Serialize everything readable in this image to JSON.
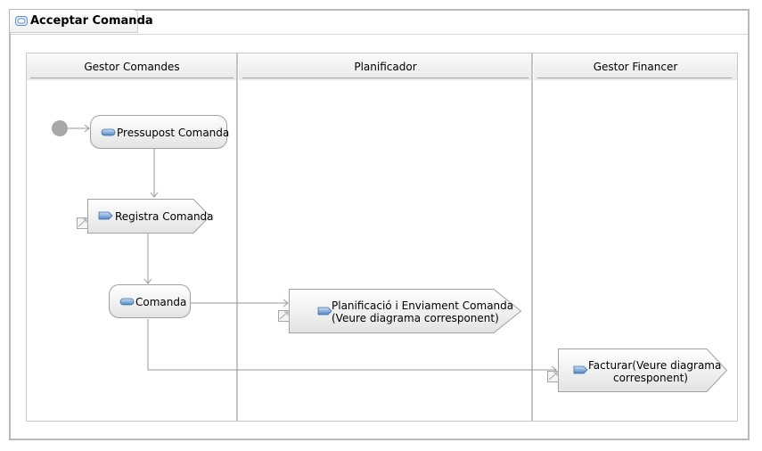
{
  "diagram": {
    "title": "Acceptar Comanda",
    "lanes": [
      {
        "label": "Gestor Comandes"
      },
      {
        "label": "Planificador"
      },
      {
        "label": "Gestor Financer"
      }
    ],
    "nodes": {
      "pressupost": {
        "label": "Pressupost Comanda"
      },
      "registra": {
        "label": "Registra Comanda"
      },
      "comanda": {
        "label": "Comanda"
      },
      "planificacio": {
        "line1": "Planificació i Enviament Comanda",
        "line2": "(Veure diagrama corresponent)"
      },
      "facturar": {
        "line1": "Facturar(Veure diagrama",
        "line2": "corresponent)"
      }
    },
    "icons": {
      "title_icon": "activity-diagram-icon",
      "action_icon": "action-icon",
      "signal_icon": "send-signal-icon",
      "subprocess_icon": "subprocess-icon",
      "initial_node": "initial-node"
    },
    "colors": {
      "node_fill_top": "#ffffff",
      "node_fill_bottom": "#e6e6e6",
      "node_border": "#9a9a9a",
      "edge": "#9a9a9a",
      "initial_node": "#a8a8a8",
      "icon_blue": "#5b8fc8"
    }
  }
}
